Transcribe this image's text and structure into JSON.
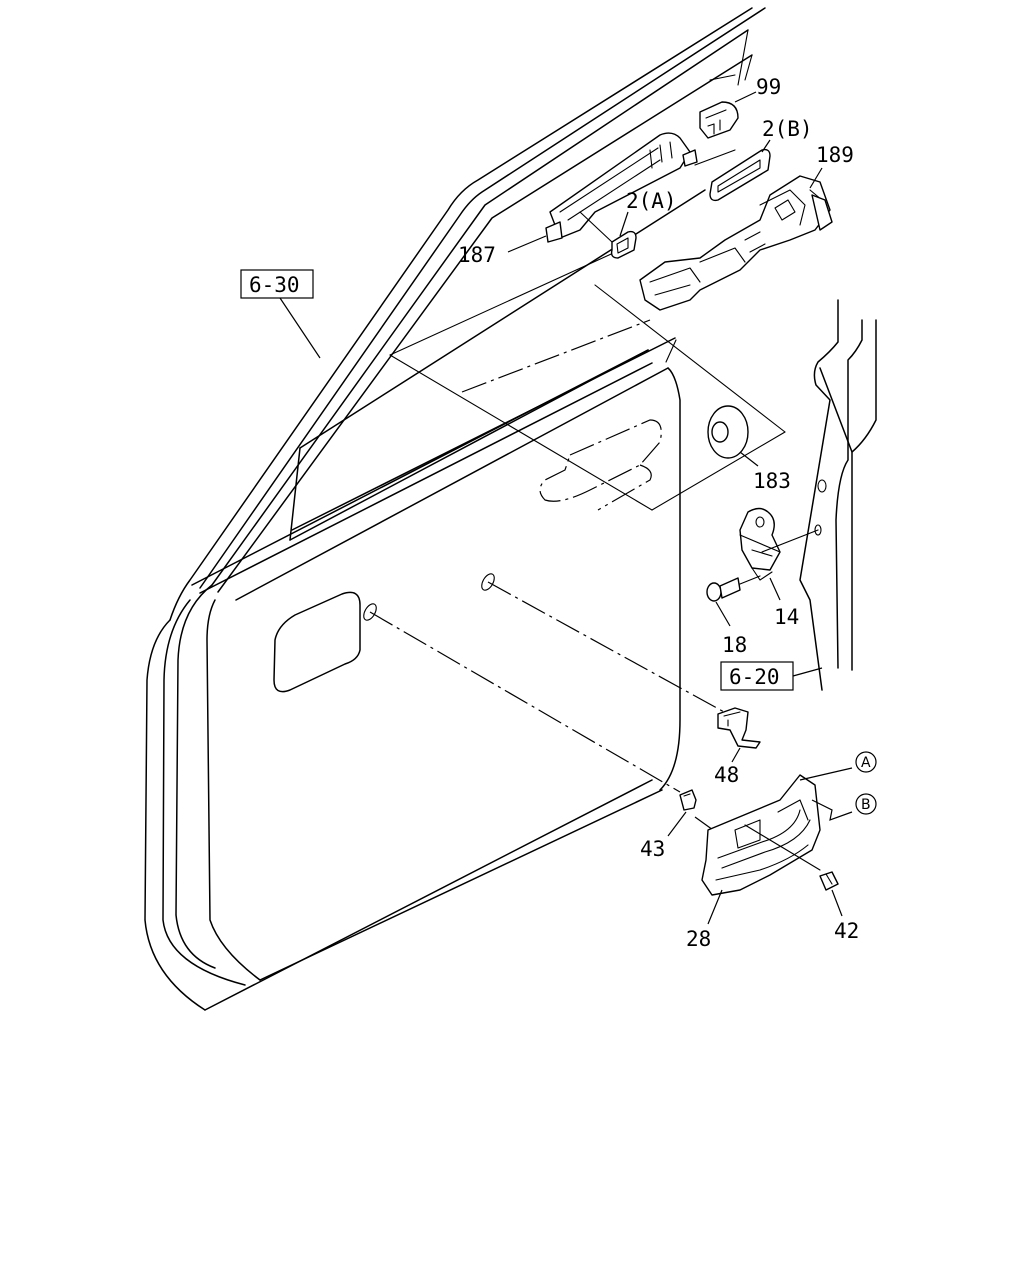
{
  "callouts": {
    "c99": "99",
    "c2b": "2(B)",
    "c189": "189",
    "c2a": "2(A)",
    "c187": "187",
    "c183": "183",
    "c14": "14",
    "c18": "18",
    "c48": "48",
    "c43": "43",
    "c28": "28",
    "c42": "42"
  },
  "references": {
    "r630": "6-30",
    "r620": "6-20"
  },
  "circled": {
    "a": "A",
    "b": "B"
  }
}
